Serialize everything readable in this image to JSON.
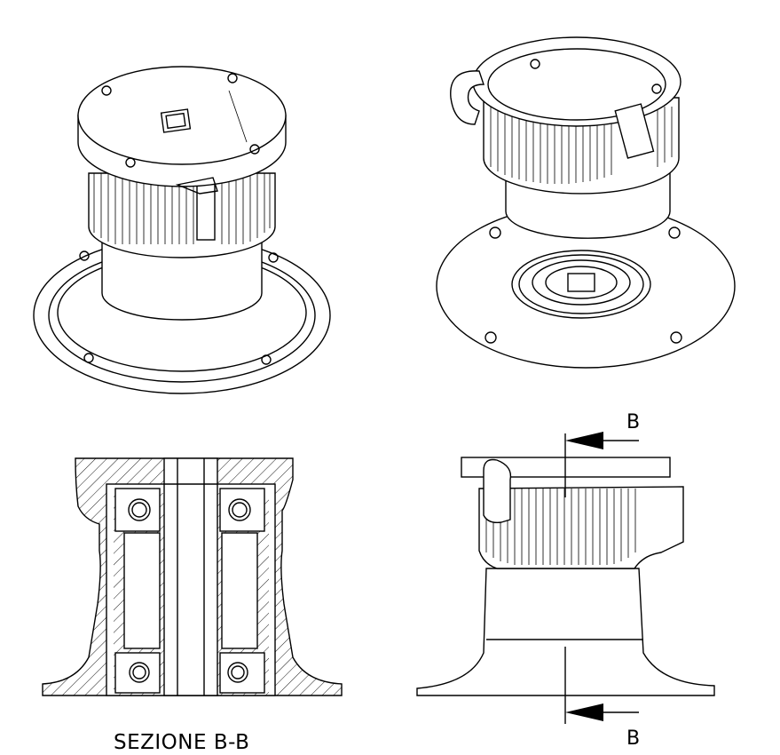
{
  "drawing": {
    "section_marker_top": "B",
    "section_marker_bottom": "B",
    "section_caption": "SEZIONE B-B"
  }
}
